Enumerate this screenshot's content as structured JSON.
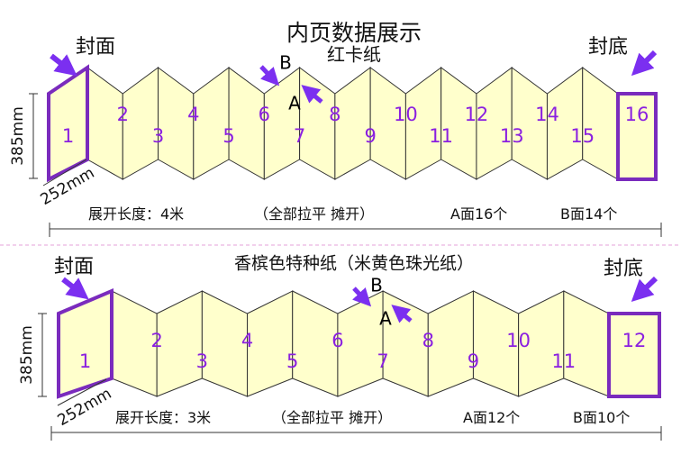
{
  "title": "内页数据展示",
  "divider_color": "#e6a0d8",
  "panel_fill": "#ffffcc",
  "edge_color": "#7a2bbd",
  "number_color": "#8a1fe0",
  "arrow_color": "#7b2ff0",
  "top": {
    "paper_label": "红卡纸",
    "cover_label": "封面",
    "back_label": "封底",
    "height_label": "385mm",
    "width_label": "252mm",
    "side_b": "B",
    "side_a": "A",
    "pages": [
      "1",
      "2",
      "3",
      "4",
      "5",
      "6",
      "7",
      "8",
      "9",
      "10",
      "11",
      "12",
      "13",
      "14",
      "15",
      "16"
    ],
    "spec_label": "展开长度：4米",
    "spec_note": "（全部拉平  摊开）",
    "a_count": "A面16个",
    "b_count": "B面14个"
  },
  "bottom": {
    "paper_label": "香槟色特种纸（米黄色珠光纸）",
    "cover_label": "封面",
    "back_label": "封底",
    "height_label": "385mm",
    "width_label": "252mm",
    "side_b": "B",
    "side_a": "A",
    "pages": [
      "1",
      "2",
      "3",
      "4",
      "5",
      "6",
      "7",
      "8",
      "9",
      "10",
      "11",
      "12"
    ],
    "spec_label": "展开长度：3米",
    "spec_note": "（全部拉平  摊开）",
    "a_count": "A面12个",
    "b_count": "B面10个"
  }
}
